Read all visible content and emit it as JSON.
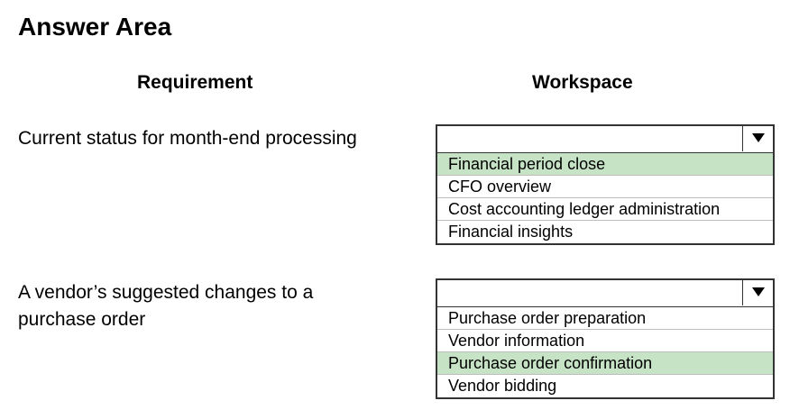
{
  "title": "Answer Area",
  "headers": {
    "requirement": "Requirement",
    "workspace": "Workspace"
  },
  "selected_color": "#c7e3c5",
  "rows": [
    {
      "requirement": "Current status for month-end processing",
      "dropdown": {
        "options": [
          "Financial period close",
          "CFO overview",
          "Cost accounting ledger administration",
          "Financial insights"
        ],
        "selected": "Financial period close"
      }
    },
    {
      "requirement_line1": "A vendor’s suggested changes to a",
      "requirement_line2": "purchase order",
      "dropdown": {
        "options": [
          "Purchase order preparation",
          "Vendor information",
          "Purchase order confirmation",
          "Vendor bidding"
        ],
        "selected": "Purchase order confirmation"
      }
    }
  ],
  "icons": {
    "dropdown_arrow": "triangle-down-icon"
  }
}
